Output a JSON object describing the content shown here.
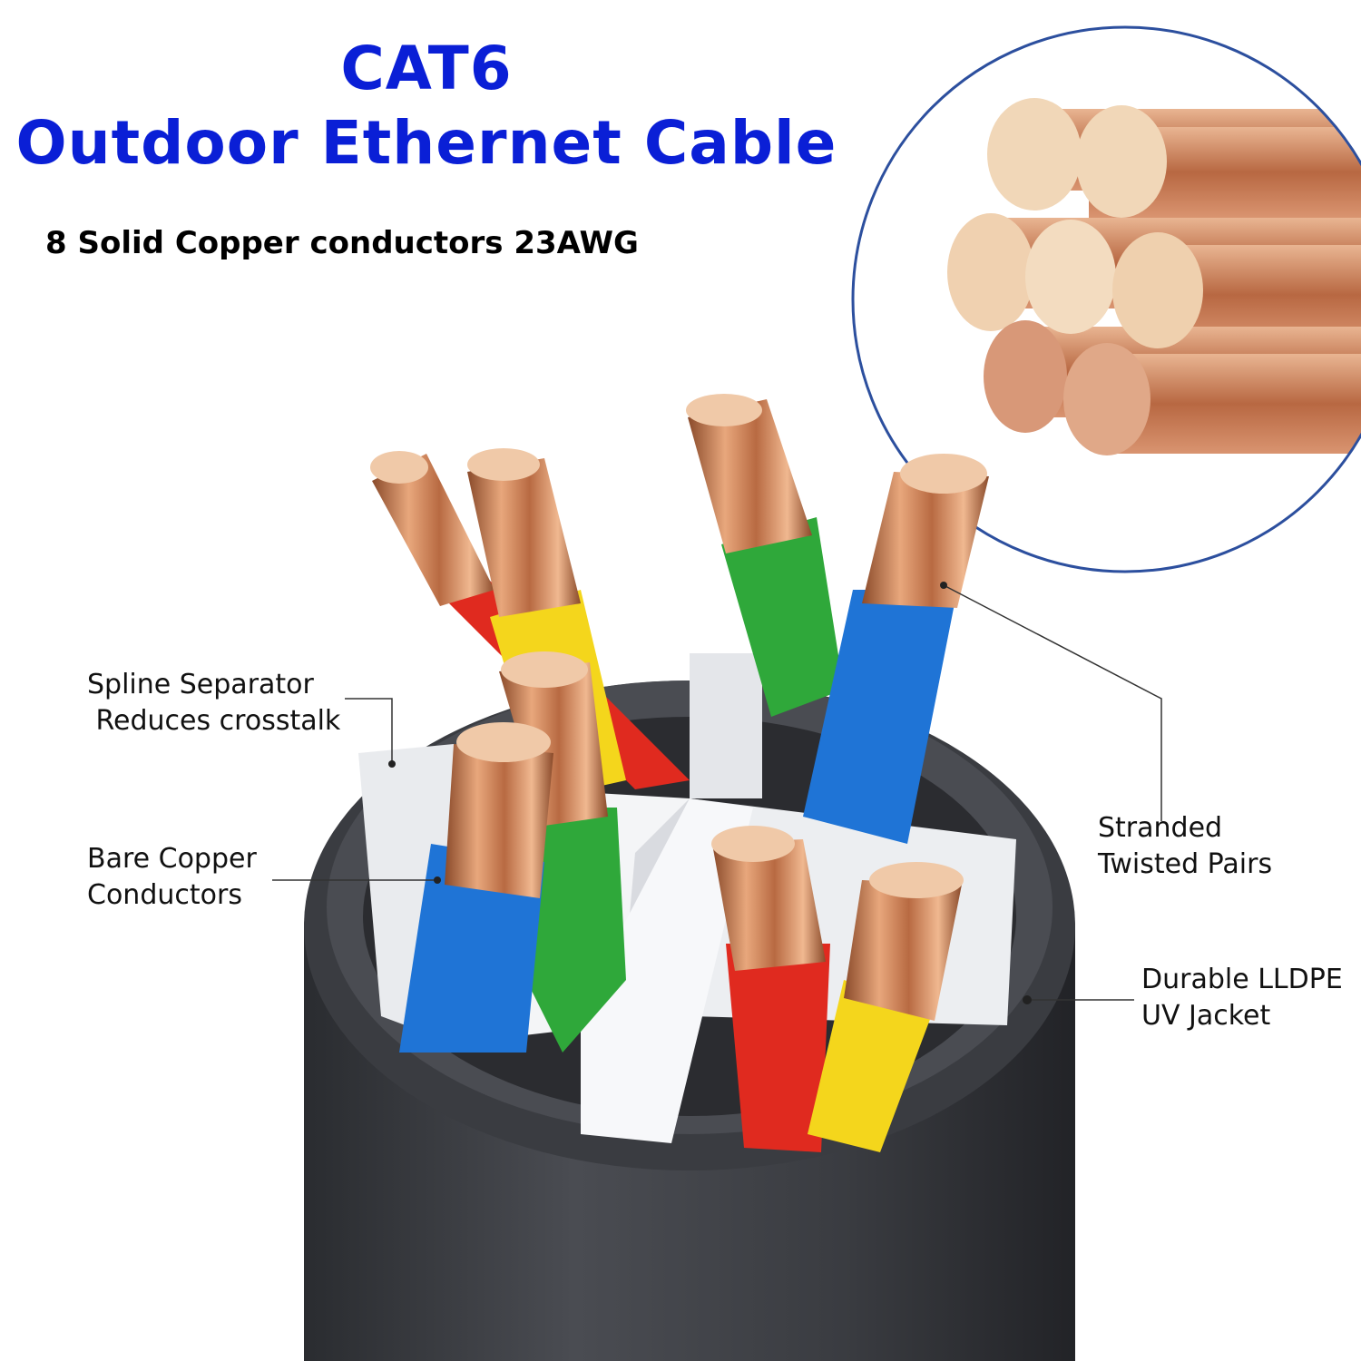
{
  "header": {
    "title_line1": "CAT6",
    "title_line2": "Outdoor Ethernet Cable",
    "subtitle": "8 Solid Copper conductors 23AWG"
  },
  "callouts": {
    "spline_line1": "Spline Separator",
    "spline_line2": " Reduces crosstalk",
    "bare_line1": "Bare Copper",
    "bare_line2": "Conductors",
    "stranded_line1": "Stranded",
    "stranded_line2": "Twisted Pairs",
    "jacket_line1": "Durable LLDPE",
    "jacket_line2": "UV Jacket"
  },
  "colors": {
    "title": "#0a1fd6",
    "jacket": "#3b3d42",
    "copper": "#c8825a",
    "wire_red": "#e02a1f",
    "wire_yellow": "#f4d61c",
    "wire_green": "#2fa83a",
    "wire_blue": "#1f74d6",
    "magnifier_ring": "#2c4f9e"
  }
}
